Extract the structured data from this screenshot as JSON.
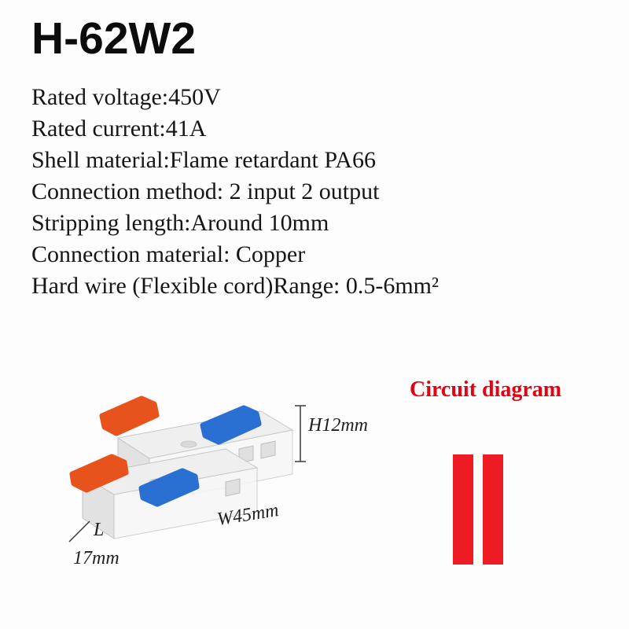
{
  "title": "H-62W2",
  "specs": [
    "Rated voltage:450V",
    "Rated current:41A",
    "Shell material:Flame retardant PA66",
    "Connection method: 2 input 2 output",
    "Stripping length:Around 10mm",
    "Connection material: Copper",
    "Hard wire (Flexible cord)Range: 0.5-6mm²"
  ],
  "illustration": {
    "product": "transparent-wire-connector",
    "dimension_height": "H12mm",
    "dimension_width": "W45mm",
    "dimension_length_label": "L",
    "dimension_length_value": "17mm",
    "colors": {
      "lever_orange": "#e8521d",
      "lever_blue": "#2a6fd2",
      "shell": "#efefef"
    }
  },
  "circuit": {
    "label": "Circuit diagram",
    "label_color": "#e60012",
    "bar_color": "#ed1c24",
    "bar_count": 2
  }
}
